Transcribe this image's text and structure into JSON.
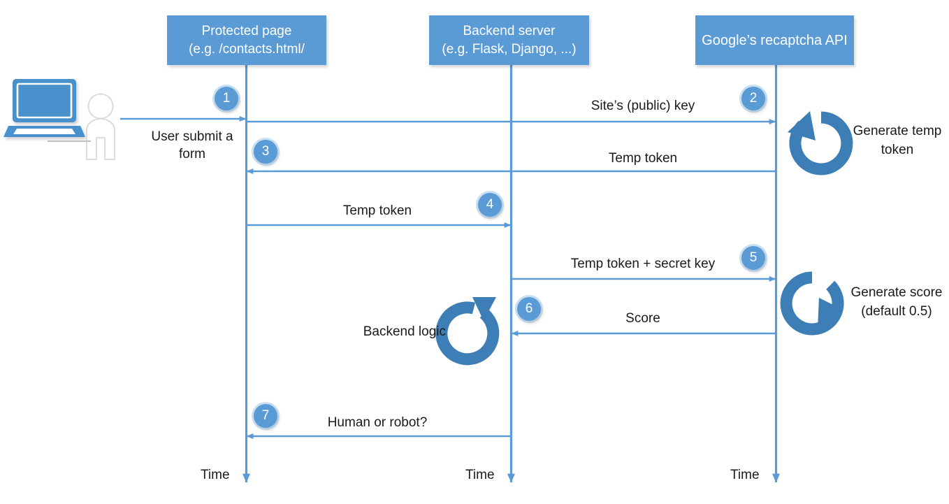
{
  "diagram": {
    "title": "Google reCAPTCHA v3 verification sequence",
    "type": "sequence-diagram",
    "colors": {
      "accent": "#5B9BD5",
      "line": "#5B9BD5",
      "loop_arrow": "#3C7EB5",
      "box_fill": "#5B9BD5",
      "box_text": "#FFFFFF",
      "label_text": "#1A1A1A",
      "person_outline": "#D9D9D9",
      "background": "#FFFFFF"
    }
  },
  "actor": {
    "laptop_icon": "laptop-icon",
    "person_icon": "person-icon"
  },
  "participants": [
    {
      "id": "protected-page",
      "lines": [
        "Protected page",
        "(e.g. /contacts.html/"
      ],
      "lifeline_time_label": "Time"
    },
    {
      "id": "backend-server",
      "lines": [
        "Backend server",
        "(e.g. Flask, Django, ...)"
      ],
      "lifeline_time_label": "Time"
    },
    {
      "id": "recaptcha-api",
      "lines": [
        "Google’s recaptcha API"
      ],
      "lifeline_time_label": "Time"
    }
  ],
  "messages": [
    {
      "step": "1",
      "label": "User submit a\nform",
      "from": "user",
      "to": "protected-page",
      "direction": "right"
    },
    {
      "step": "2",
      "label": "Site’s (public) key",
      "from": "protected-page",
      "to": "recaptcha-api",
      "direction": "right"
    },
    {
      "step": "3",
      "label": "Temp token",
      "from": "recaptcha-api",
      "to": "protected-page",
      "direction": "left"
    },
    {
      "step": "4",
      "label": "Temp token",
      "from": "protected-page",
      "to": "backend-server",
      "direction": "right"
    },
    {
      "step": "5",
      "label": "Temp token + secret key",
      "from": "backend-server",
      "to": "recaptcha-api",
      "direction": "right"
    },
    {
      "step": "6",
      "label": "Score",
      "from": "recaptcha-api",
      "to": "backend-server",
      "direction": "left"
    },
    {
      "step": "7",
      "label": "Human or robot?",
      "from": "backend-server",
      "to": "protected-page",
      "direction": "left"
    }
  ],
  "self_actions": [
    {
      "id": "generate-temp-token",
      "label": "Generate temp\ntoken",
      "icon": "circular-arrow-icon",
      "on": "recaptcha-api"
    },
    {
      "id": "backend-logic",
      "label": "Backend logic",
      "icon": "circular-arrow-icon",
      "on": "backend-server"
    },
    {
      "id": "generate-score",
      "label": "Generate score\n(default 0.5)",
      "icon": "circular-arrow-icon",
      "on": "recaptcha-api"
    }
  ]
}
